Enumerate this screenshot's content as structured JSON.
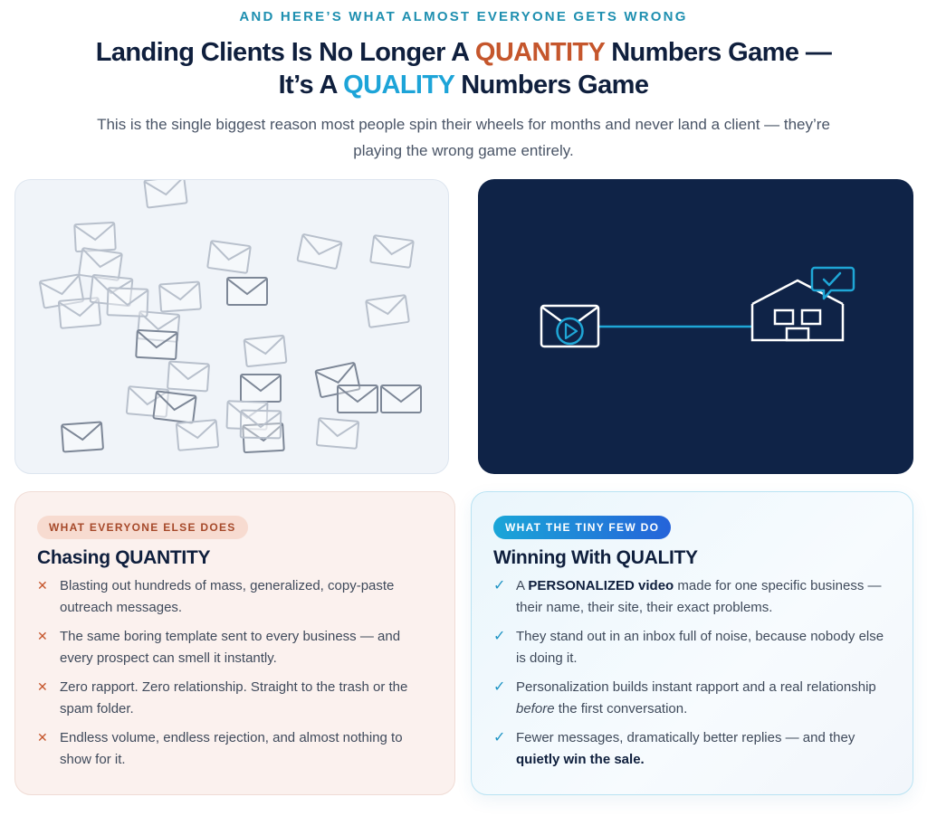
{
  "header": {
    "eyebrow": "AND HERE’S WHAT ALMOST EVERYONE GETS WRONG",
    "headline_part1": "Landing Clients Is No Longer A ",
    "headline_quantity": "QUANTITY",
    "headline_part2": " Numbers Game —",
    "headline_part3": "It’s A ",
    "headline_quality": "QUALITY",
    "headline_part4": " Numbers Game",
    "subtitle": "This is the single biggest reason most people spin their wheels for months and never land a client — they’re playing the wrong game entirely."
  },
  "illustrations": {
    "left_icon": "scattered-envelopes-icon",
    "right_icons": [
      "video-envelope-icon",
      "house-icon",
      "chat-check-icon"
    ]
  },
  "quantity_card": {
    "pill": "WHAT EVERYONE ELSE DOES",
    "title": "Chasing QUANTITY",
    "mark": "✕",
    "items": [
      {
        "text": "Blasting out hundreds of mass, generalized, copy-paste outreach messages."
      },
      {
        "text": "The same boring template sent to every business — and every prospect can smell it instantly."
      },
      {
        "text": "Zero rapport. Zero relationship. Straight to the trash or the spam folder."
      },
      {
        "text": "Endless volume, endless rejection, and almost nothing to show for it."
      }
    ]
  },
  "quality_card": {
    "pill": "WHAT THE TINY FEW DO",
    "title": "Winning With QUALITY",
    "mark": "✓",
    "items": [
      {
        "pre": "A ",
        "bold": "PERSONALIZED video",
        "post": " made for one specific business — their name, their site, their exact problems."
      },
      {
        "text": "They stand out in an inbox full of noise, because nobody else is doing it."
      },
      {
        "pre": "Personalization builds instant rapport and a real relationship ",
        "italic": "before",
        "post": " the first conversation."
      },
      {
        "pre": "Fewer messages, dramatically better replies — and they ",
        "bold": "quietly win the sale.",
        "post": ""
      }
    ]
  },
  "colors": {
    "navy": "#0f1f3d",
    "quantity_orange": "#c5562c",
    "quality_blue": "#1da4d8",
    "dark_panel": "#0f2347"
  }
}
